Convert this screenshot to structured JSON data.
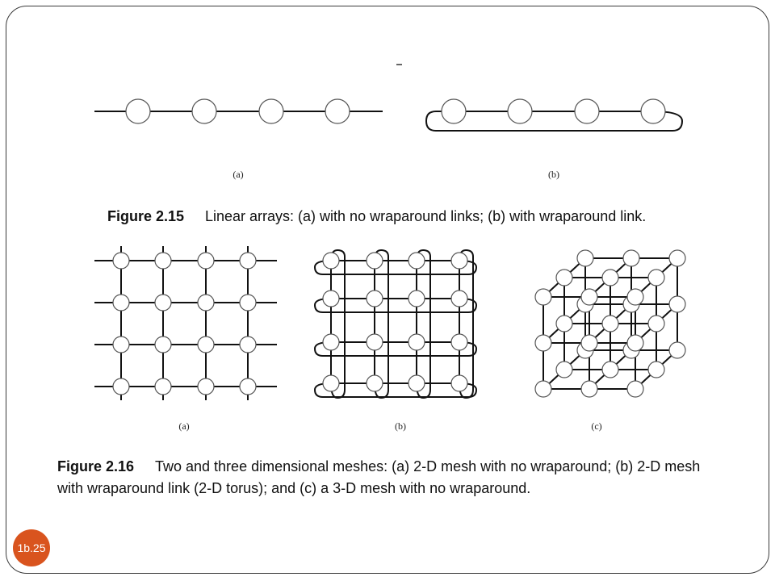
{
  "figure_215": {
    "label_a": "(a)",
    "label_b": "(b)",
    "caption_number": "Figure 2.15",
    "caption_text": "Linear arrays: (a) with no wraparound links; (b) with wraparound link."
  },
  "figure_216": {
    "label_a": "(a)",
    "label_b": "(b)",
    "label_c": "(c)",
    "caption_number": "Figure 2.16",
    "caption_line1": "Two and three dimensional meshes: (a) 2-D mesh with no wraparound; (b) 2-D mesh",
    "caption_line2": "with wraparound link (2-D torus); and (c) a 3-D mesh with no wraparound."
  },
  "slide_number": "1b.25"
}
